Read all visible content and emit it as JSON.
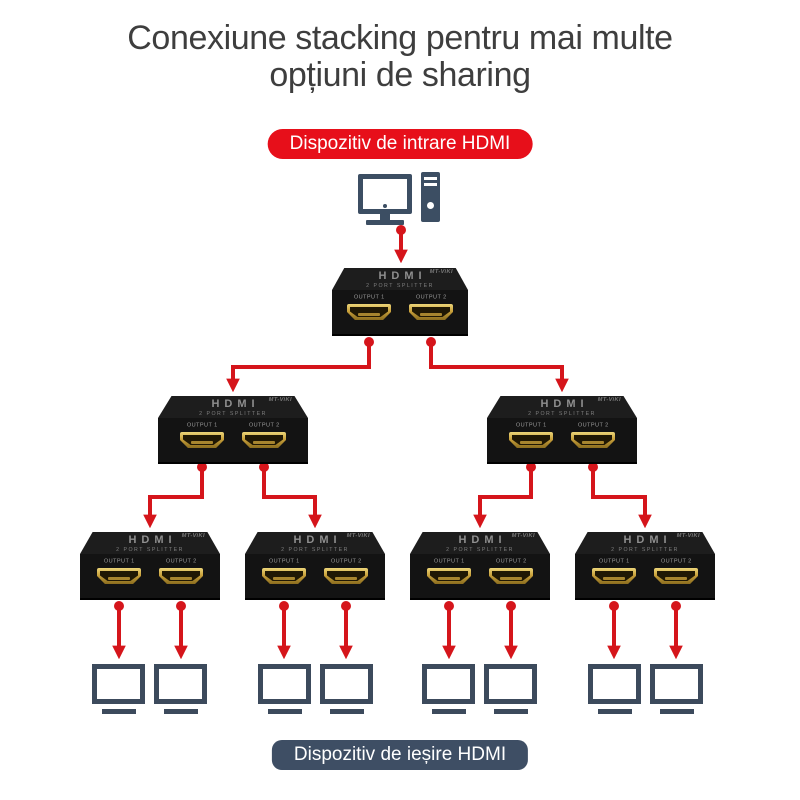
{
  "title": {
    "line1": "Conexiune stacking pentru mai multe",
    "line2": "opțiuni de sharing"
  },
  "input_badge": {
    "label": "Dispozitiv de intrare HDMI"
  },
  "output_badge": {
    "label": "Dispozitiv de ieșire HDMI"
  },
  "splitter": {
    "brand": "MT-ViKI",
    "model": "HDMI",
    "subtitle": "2 PORT SPLITTER",
    "port1_label": "OUTPUT 1",
    "port2_label": "OUTPUT 2"
  },
  "devices": {
    "source_count": 1,
    "splitter_count": 7,
    "display_count": 8
  },
  "icons": {
    "source": "computer-icon",
    "display": "monitor-icon",
    "port": "hdmi-port-icon",
    "connection": "arrow-connector"
  },
  "colors": {
    "arrow": "#d5151b",
    "badge-input": "#e70f1a",
    "badge-output": "#3e4e64",
    "device": "#3c4e63",
    "display": "#3c4a5c",
    "box": "#131313",
    "box-top": "#1d1d1d",
    "gold": "#c9a13b",
    "title": "#3e3e3e"
  }
}
